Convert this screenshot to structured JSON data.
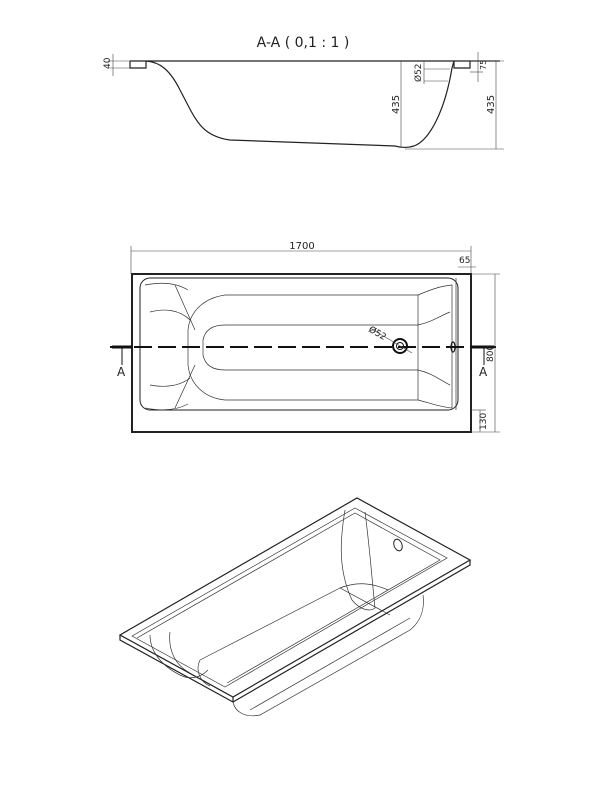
{
  "section_view": {
    "title": "A-A ( 0,1 : 1 )",
    "dims": {
      "rim_thickness": "40",
      "overflow_diameter": "Ø52",
      "overflow_offset": "75",
      "inner_depth": "435",
      "outer_depth": "435"
    }
  },
  "top_view": {
    "dims": {
      "length": "1700",
      "rim_end_width": "65",
      "width": "800",
      "rim_side_width": "130",
      "overflow_diameter": "Ø52"
    },
    "section_marker_left": "A",
    "section_marker_right": "A"
  },
  "iso_view": {
    "label": ""
  }
}
